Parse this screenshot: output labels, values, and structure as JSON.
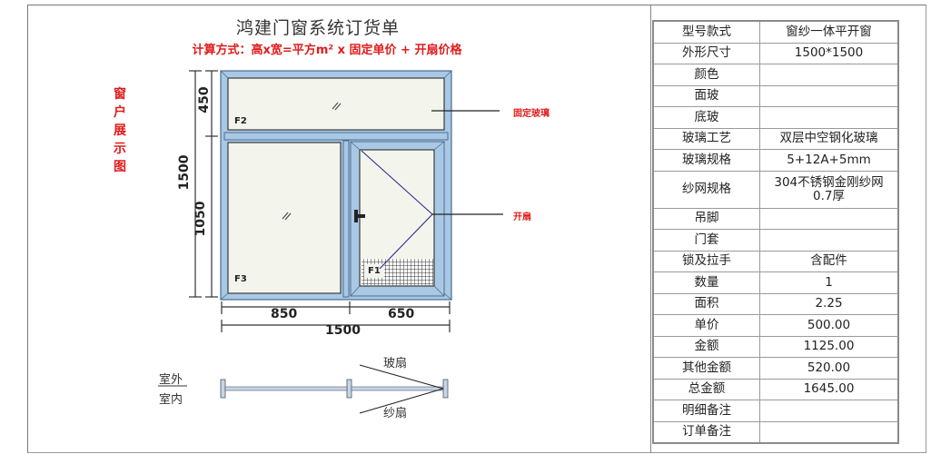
{
  "header": {
    "title": "鸿建门窗系统订货单",
    "formula": "计算方式：高x宽=平方m² x 固定单价 + 开扇价格"
  },
  "drawing": {
    "side_label": "窗户展示图",
    "side_label_chars": [
      "窗",
      "户",
      "展",
      "示",
      "图"
    ],
    "callouts": {
      "fixed_glass": "固定玻璃",
      "opening_sash": "开扇"
    },
    "panels": {
      "f1": "F1",
      "f2": "F2",
      "f3": "F3"
    },
    "dimensions": {
      "total_height": "1500",
      "top_height": "450",
      "bottom_height": "1050",
      "left_width": "850",
      "right_width": "650",
      "total_width": "1500"
    },
    "colors": {
      "frame": "#a9c8e6",
      "frame_dark": "#4a6d8c",
      "glass": "#f3f5ec",
      "callout": "#e21b1b",
      "sash_line": "#2b2b8c"
    }
  },
  "legend": {
    "outside": "室外",
    "inside": "室内",
    "glass_sash": "玻扇",
    "screen_sash": "纱扇"
  },
  "spec_table": {
    "rows": [
      {
        "label": "型号款式",
        "value": "窗纱一体平开窗"
      },
      {
        "label": "外形尺寸",
        "value": "1500*1500"
      },
      {
        "label": "颜色",
        "value": ""
      },
      {
        "label": "面玻",
        "value": ""
      },
      {
        "label": "底玻",
        "value": ""
      },
      {
        "label": "玻璃工艺",
        "value": "双层中空钢化玻璃"
      },
      {
        "label": "玻璃规格",
        "value": "5+12A+5mm"
      },
      {
        "label": "纱网规格",
        "value": "304不锈钢金刚纱网0.7厚",
        "value_line1": "304不锈钢金刚纱网",
        "value_line2": "0.7厚"
      },
      {
        "label": "吊脚",
        "value": ""
      },
      {
        "label": "门套",
        "value": ""
      },
      {
        "label": "锁及拉手",
        "value": "含配件"
      },
      {
        "label": "数量",
        "value": "1"
      },
      {
        "label": "面积",
        "value": "2.25"
      },
      {
        "label": "单价",
        "value": "500.00"
      },
      {
        "label": "金额",
        "value": "1125.00"
      },
      {
        "label": "其他金额",
        "value": "520.00"
      },
      {
        "label": "总金额",
        "value": "1645.00"
      },
      {
        "label": "明细备注",
        "value": ""
      },
      {
        "label": "订单备注",
        "value": ""
      }
    ]
  }
}
